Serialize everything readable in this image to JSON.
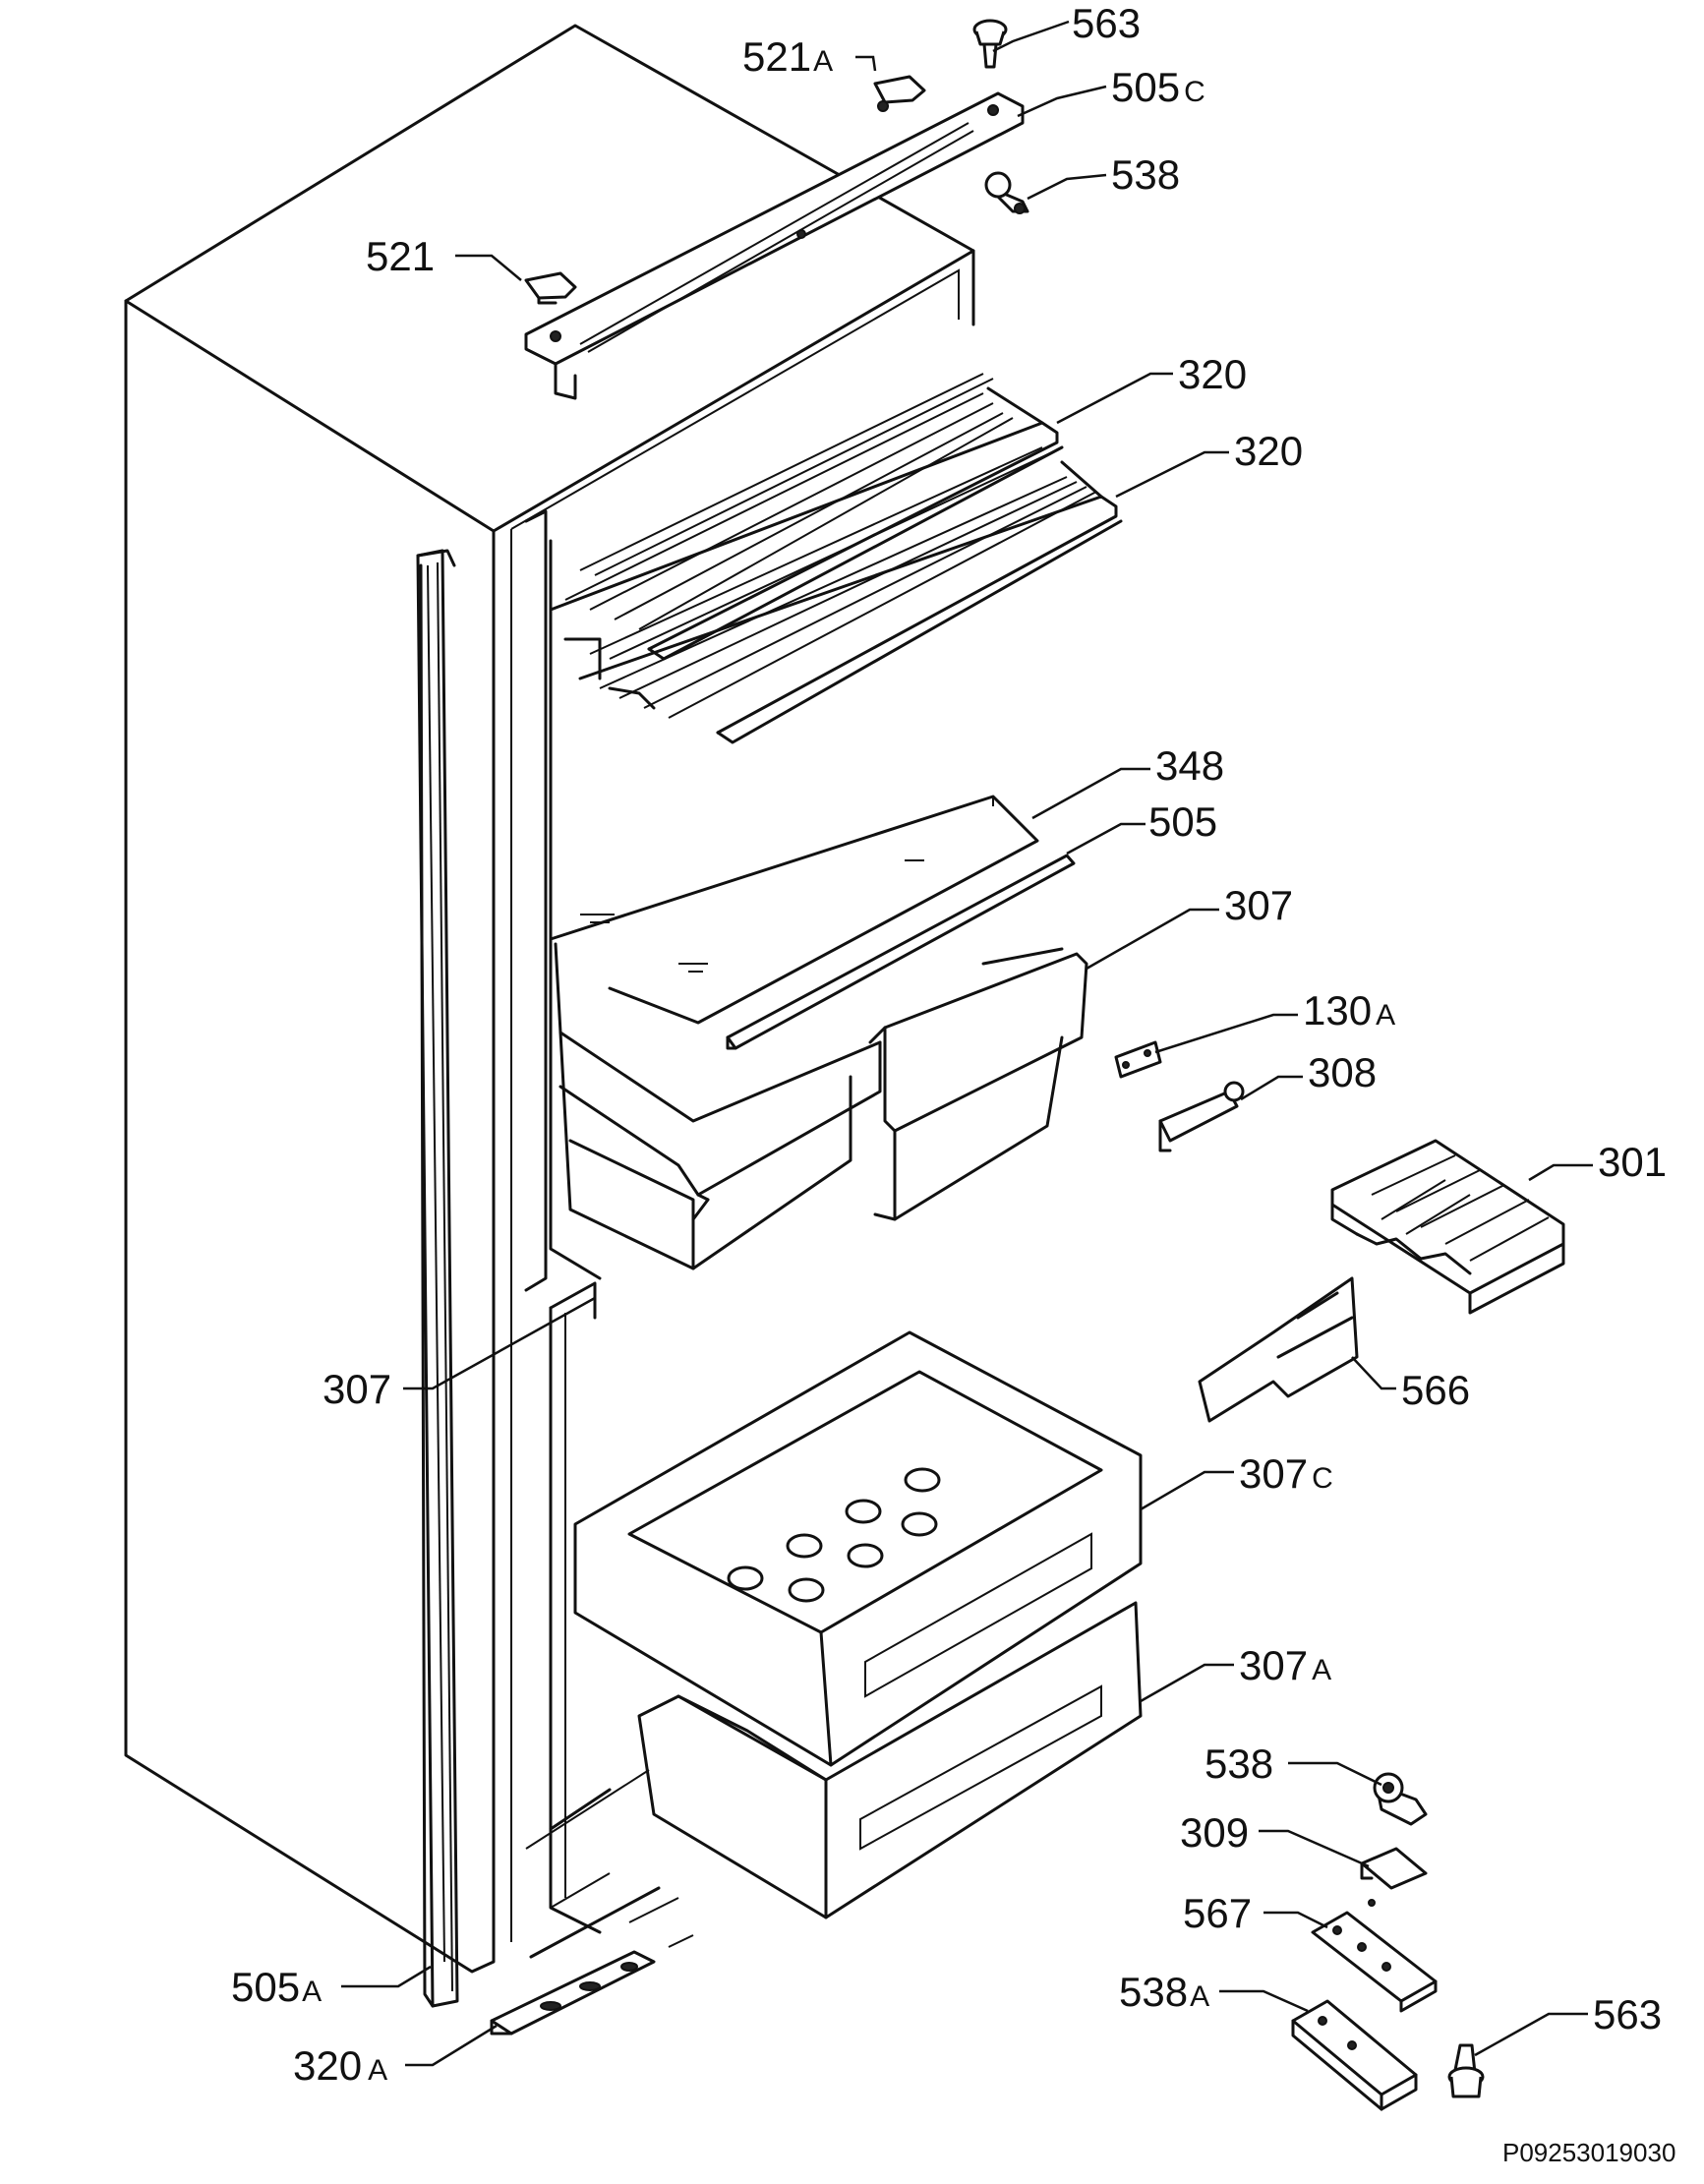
{
  "diagram": {
    "drawing_code": "P09253019030",
    "labels": [
      {
        "id": "563-top",
        "number": "563",
        "suffix": ""
      },
      {
        "id": "521a",
        "number": "521",
        "suffix": "A"
      },
      {
        "id": "505c",
        "number": "505",
        "suffix": "C"
      },
      {
        "id": "538-top",
        "number": "538",
        "suffix": ""
      },
      {
        "id": "521",
        "number": "521",
        "suffix": ""
      },
      {
        "id": "320-a",
        "number": "320",
        "suffix": ""
      },
      {
        "id": "320-b",
        "number": "320",
        "suffix": ""
      },
      {
        "id": "348",
        "number": "348",
        "suffix": ""
      },
      {
        "id": "505",
        "number": "505",
        "suffix": ""
      },
      {
        "id": "307-right",
        "number": "307",
        "suffix": ""
      },
      {
        "id": "130a",
        "number": "130",
        "suffix": "A"
      },
      {
        "id": "308",
        "number": "308",
        "suffix": ""
      },
      {
        "id": "301",
        "number": "301",
        "suffix": ""
      },
      {
        "id": "307-left",
        "number": "307",
        "suffix": ""
      },
      {
        "id": "566",
        "number": "566",
        "suffix": ""
      },
      {
        "id": "307c",
        "number": "307",
        "suffix": "C"
      },
      {
        "id": "307a",
        "number": "307",
        "suffix": "A"
      },
      {
        "id": "538-bottom",
        "number": "538",
        "suffix": ""
      },
      {
        "id": "309",
        "number": "309",
        "suffix": ""
      },
      {
        "id": "567",
        "number": "567",
        "suffix": ""
      },
      {
        "id": "538a",
        "number": "538",
        "suffix": "A"
      },
      {
        "id": "563-bottom",
        "number": "563",
        "suffix": ""
      },
      {
        "id": "505a",
        "number": "505",
        "suffix": "A"
      },
      {
        "id": "320a",
        "number": "320",
        "suffix": "A"
      }
    ]
  }
}
